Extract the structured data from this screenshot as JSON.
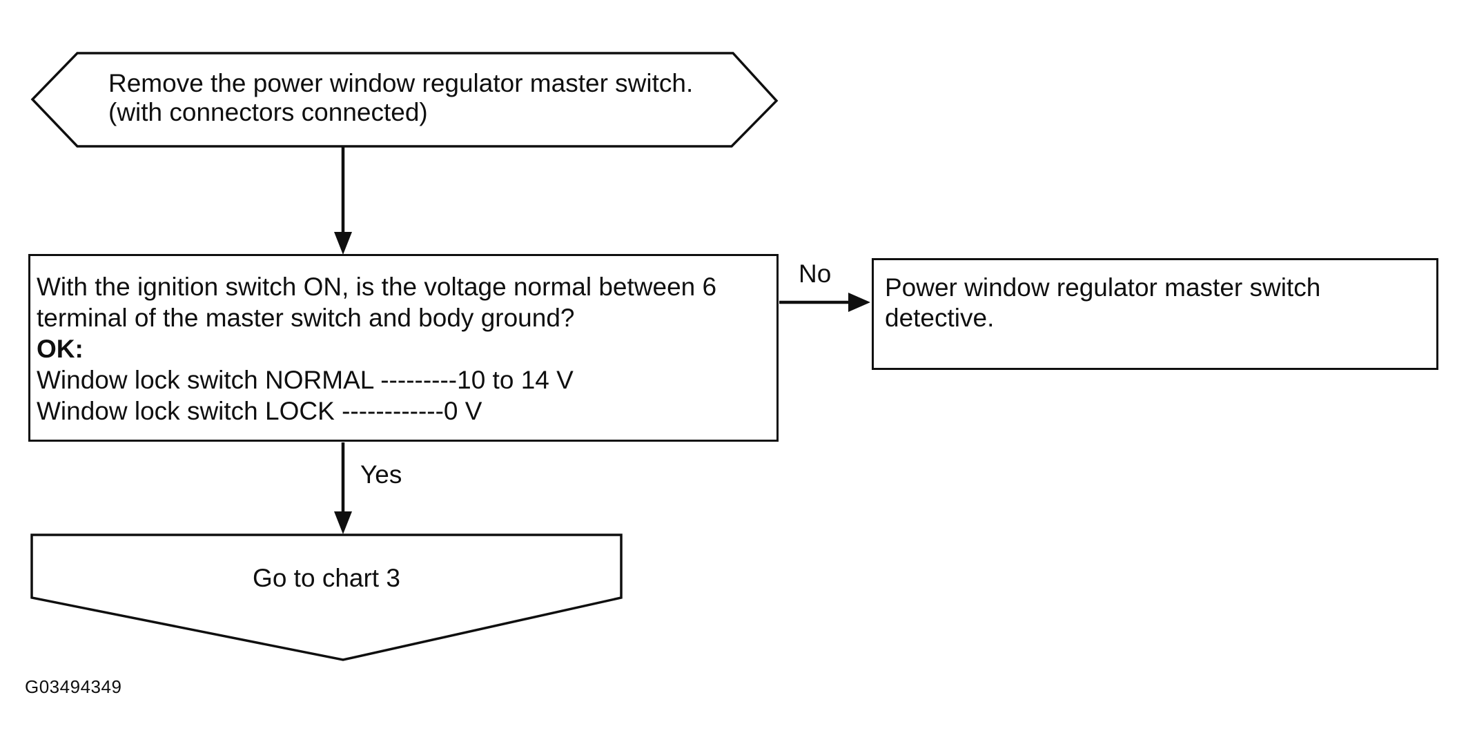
{
  "flowchart": {
    "start_node": {
      "line1": "Remove the power window regulator master switch.",
      "line2": "(with connectors connected)"
    },
    "decision_node": {
      "line1": "With the ignition switch ON, is the voltage normal between 6",
      "line2": "terminal of the master switch and body ground?",
      "ok_label": "OK:",
      "normal_line": "Window lock switch NORMAL ---------10 to 14 V",
      "lock_line": "Window lock switch LOCK ------------0 V"
    },
    "no_result_node": {
      "line1": "Power window regulator master switch",
      "line2": "detective."
    },
    "goto_node": {
      "label": "Go to chart 3"
    },
    "edges": {
      "no_label": "No",
      "yes_label": "Yes"
    },
    "figure_id": "G03494349",
    "colors": {
      "line": "#0f0f0f",
      "background": "#ffffff"
    }
  }
}
